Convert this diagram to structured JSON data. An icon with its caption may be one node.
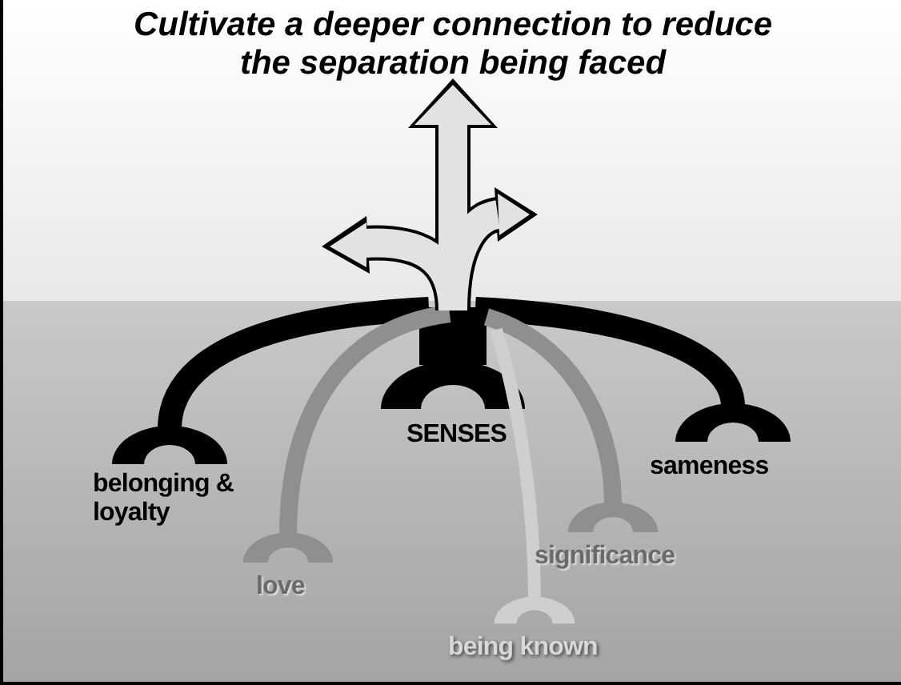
{
  "diagram": {
    "title": "Cultivate a deeper connection to reduce the separation being faced",
    "nodes": [
      {
        "text": [],
        "shape": "picture"
      },
      {
        "text": [
          "SENSES"
        ]
      },
      {
        "text": [
          "sameness"
        ]
      },
      {
        "text": [
          "belonging & loyalty"
        ]
      },
      {
        "text": [
          "significance"
        ]
      },
      {
        "text": [
          "love"
        ]
      },
      {
        "text": [
          "being known"
        ]
      }
    ],
    "edges": [
      {
        "from": 0,
        "to": 1,
        "arrow": "other",
        "style": "thick"
      },
      {
        "from": 0,
        "to": 2,
        "arrow": "other"
      },
      {
        "from": 0,
        "to": 3,
        "arrow": "other"
      },
      {
        "from": 0,
        "to": 4,
        "arrow": "other",
        "color": "#8f8f8f"
      },
      {
        "from": 0,
        "to": 5,
        "arrow": "other",
        "color": "#8f8f8f"
      },
      {
        "from": 0,
        "to": 6,
        "arrow": "other",
        "color": "#cfcfcf"
      }
    ]
  }
}
